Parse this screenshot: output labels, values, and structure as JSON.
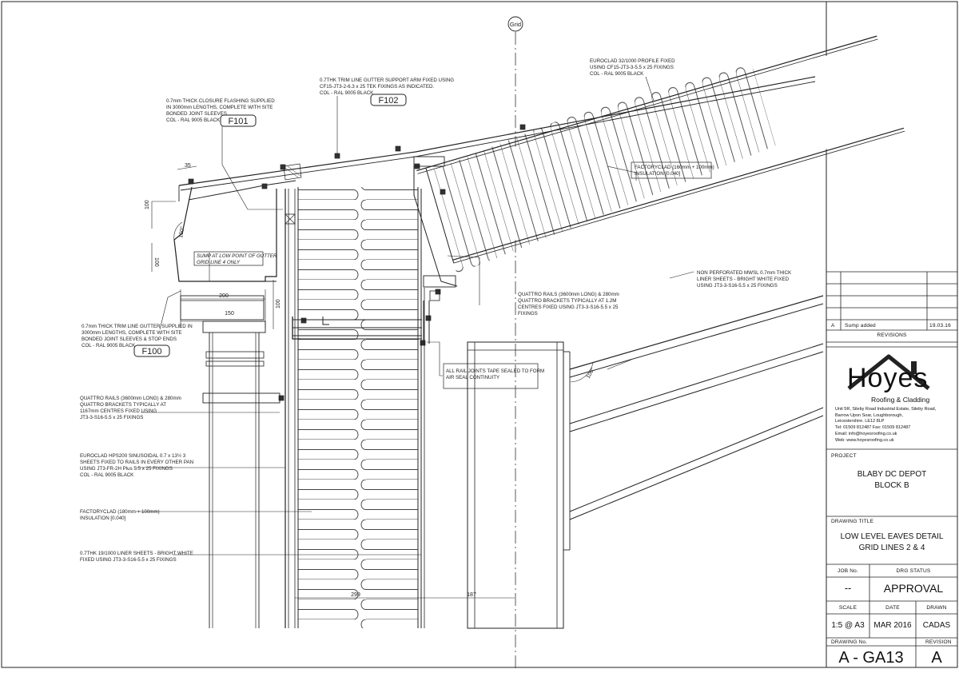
{
  "grid_marker": "Grid",
  "tags": {
    "f100": "F100",
    "f101": "F101",
    "f102": "F102"
  },
  "dims": {
    "d35": "35",
    "d100": "100",
    "d160": "160°",
    "d100b": "100",
    "d200": "200",
    "d150": "150",
    "d100c": "100",
    "d299": "299",
    "d187": "187",
    "d100deg": "100°"
  },
  "notes": {
    "closure": [
      "0.7mm THICK CLOSURE FLASHING SUPPLIED",
      "IN 3000mm LENGTHS, COMPLETE WITH SITE",
      "BONDED JOINT SLEEVES",
      "COL - RAL 9005 BLACK"
    ],
    "gutter_arm": [
      "0.7THK TRIM LINE GUTTER SUPPORT ARM FIXED USING",
      "CF15-JT3-2-6.3 x 25 TEK FIXINGS AS INDICATED.",
      "COL - RAL 9005 BLACK"
    ],
    "euroclad_roof": [
      "EUROCLAD 32/1000 PROFILE FIXED",
      "USING CF15-JT3-3-5.5 x 25 FIXINGS",
      "COL - RAL 9005 BLACK"
    ],
    "factoryclad_roof": [
      "FACTORYCLAD (160mm + 100mm)",
      "INSULATION [0.040]"
    ],
    "sump": [
      "SUMP AT LOW POINT OF GUTTER",
      "GRID LINE 4 ONLY"
    ],
    "non_perf": [
      "NON PERFORATED MWSL 0.7mm THICK",
      "LINER SHEETS - BRIGHT WHITE FIXED",
      "USING JT3-3-S16-5.5 x 25 FIXINGS"
    ],
    "quattro_roof": [
      "QUATTRO RAILS (3600mm LONG) & 280mm",
      "QUATTRO BRACKETS TYPICALLY AT 1.2M",
      "CENTRES FIXED USING JT3-3-S16-5.5 x 25",
      "FIXINGS"
    ],
    "gutter": [
      "0.7mm THICK TRIM LINE GUTTER SUPPLIED IN",
      "3000mm LENGTHS, COMPLETE WITH SITE",
      "BONDED JOINT SLEEVES & STOP ENDS",
      "COL - RAL 9005 BLACK"
    ],
    "tape": [
      "ALL RAIL JOINTS TAPE SEALED TO FORM",
      "AIR SEAL CONTINUITY"
    ],
    "quattro_wall": [
      "QUATTRO RAILS (3600mm LONG) & 280mm",
      "QUATTRO BRACKETS TYPICALLY AT",
      "1167mm CENTRES FIXED USING",
      "JT3-3-S16-5.5 x 25 FIXINGS"
    ],
    "euroclad_wall": [
      "EUROCLAD HPS200 SINUSOIDAL 0.7 x 13½ 3",
      "SHEETS FIXED TO RAILS IN EVERY OTHER PAN",
      "USING JT3-FR-2H Plus 5.5 x 25 FIXINGS",
      "COL - RAL 9005 BLACK"
    ],
    "factoryclad_wall": [
      "FACTORYCLAD (180mm + 100mm)",
      "INSULATION [0.040]"
    ],
    "liner": [
      "0.7THK 19/1000 LINER SHEETS - BRIGHT WHITE",
      "FIXED USING JT3-3-S16-5.5 x 25 FIXINGS"
    ]
  },
  "revisions": {
    "heading": "REVISIONS",
    "rows": [
      {
        "rev": "A",
        "desc": "Sump  added",
        "date": "19.03.16"
      }
    ]
  },
  "company": {
    "name": "Hoyes",
    "tagline": "Roofing & Cladding",
    "address": [
      "Unit 5R, Sileby Road Industrial Estate, Sileby Road,",
      "Barrow Upon Soar, Loughborough,",
      "Leicestershire. LE12 8LP"
    ],
    "tel": "Tel: 01509 812487    Fax: 01509 812487",
    "email": "Email:   info@hoyesroofing.co.uk",
    "web": "Web:     www.hoyesroofing.co.uk"
  },
  "title_block": {
    "project_label": "PROJECT",
    "project_line1": "BLABY DC DEPOT",
    "project_line2": "BLOCK B",
    "title_label": "DRAWING TITLE",
    "title_line1": "LOW LEVEL EAVES DETAIL",
    "title_line2": "GRID LINES 2 & 4",
    "job_label": "JOB No.",
    "job_value": "--",
    "status_label": "DRG STATUS",
    "status_value": "APPROVAL",
    "scale_label": "SCALE",
    "scale_value": "1:5 @ A3",
    "date_label": "DATE",
    "date_value": "MAR 2016",
    "drawn_label": "DRAWN",
    "drawn_value": "CADAS",
    "dwg_label": "DRAWING No.",
    "dwg_value": "A - GA13",
    "rev_label": "REVISION",
    "rev_value": "A"
  }
}
